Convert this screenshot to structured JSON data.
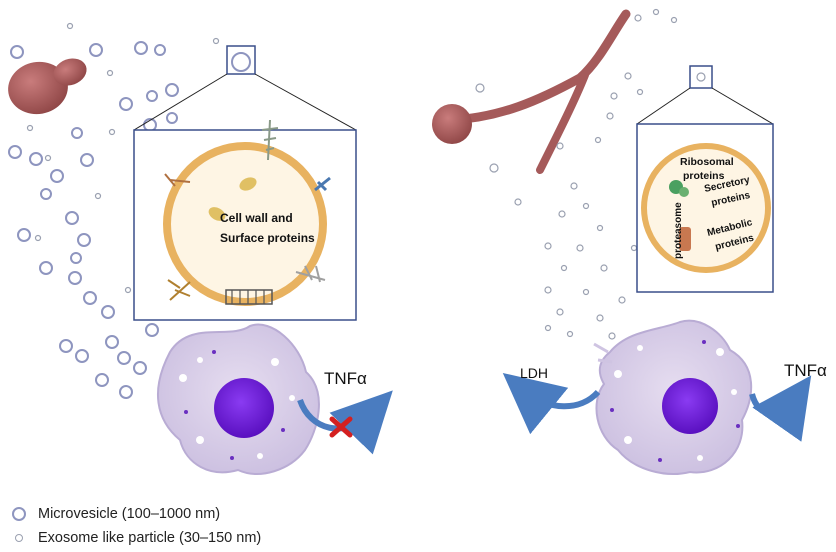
{
  "left_panel": {
    "inset_label_1": "Cell wall and",
    "inset_label_2": "Surface proteins",
    "cytokine": "TNFα"
  },
  "right_panel": {
    "ribosomal_1": "Ribosomal",
    "ribosomal_2": "proteins",
    "secretory_1": "Secretory",
    "secretory_2": "proteins",
    "metabolic_1": "Metabolic",
    "metabolic_2": "proteins",
    "proteasome": "proteasome",
    "ldh": "LDH",
    "cytokine": "TNFα"
  },
  "legend": {
    "microvesicle": "Microvesicle (100–1000 nm)",
    "exosome": "Exosome like particle (30–150 nm)"
  },
  "colors": {
    "vesicle_ring": "#8e95bf",
    "exosome_ring": "#9aa0b0",
    "fungus": "#a55a5a",
    "cell_body": "#d8cde6",
    "nucleus": "#7a1fe0",
    "arrow": "#4a7cc0",
    "block_mark": "#d42020",
    "inset_ring": "#e8b260",
    "inset_frame": "#3a4f8a"
  }
}
